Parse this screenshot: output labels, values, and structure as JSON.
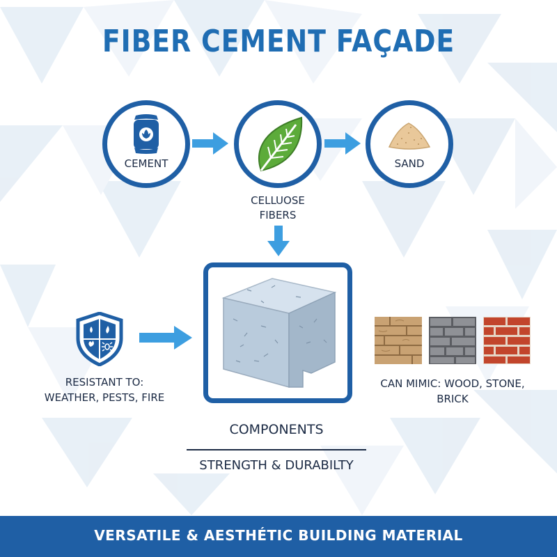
{
  "title": "FIBER CEMENT FAÇADE",
  "inputs": {
    "cement": {
      "label": "CEMENT",
      "icon": "cement-bag-icon"
    },
    "cellulose": {
      "label_line1": "CELLUOSE",
      "label_line2": "FIBERS",
      "icon": "leaf-icon"
    },
    "sand": {
      "label": "SAND",
      "icon": "sand-pile-icon"
    }
  },
  "resistance": {
    "line1": "RESISTANT TO:",
    "line2": "WEATHER, PESTS, FIRE",
    "icon": "shield-icon"
  },
  "mimic": {
    "line1": "CAN MIMIC: WOOD, STONE,",
    "line2": "BRICK",
    "icons": [
      "wood-texture-icon",
      "stone-texture-icon",
      "brick-texture-icon"
    ]
  },
  "center": {
    "label": "COMPONENTS",
    "sub_label": "STRENGTH & DURABILTY",
    "icon": "fiber-cement-block-icon"
  },
  "footer": {
    "text": "VERSATILE & AESTHÉTIC BUILDING MATERIAL"
  },
  "colors": {
    "primary": "#1f5fa5",
    "title": "#1f6db3",
    "arrow": "#3d9ee0",
    "text": "#1b2a44",
    "leaf": "#5cab3a"
  }
}
